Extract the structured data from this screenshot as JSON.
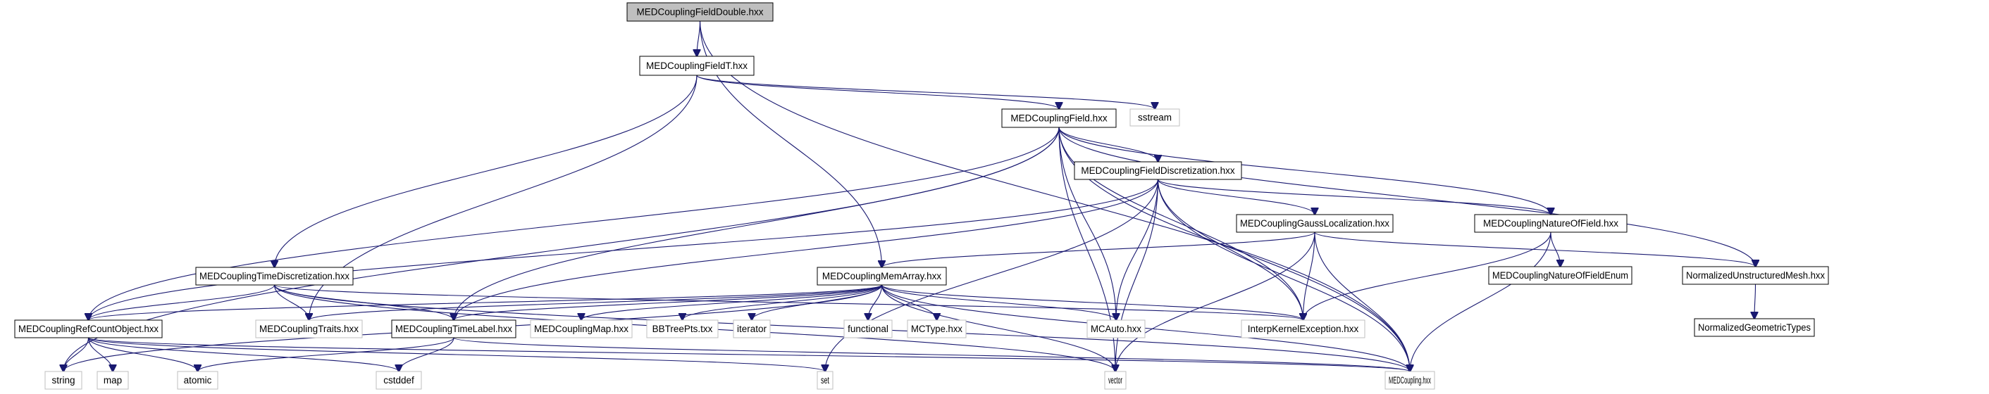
{
  "diagram": {
    "type": "include-dependency-graph",
    "root": "MEDCouplingFieldDouble.hxx",
    "colors": {
      "edge": "#191970",
      "root_fill": "#bfbfbf",
      "internal_border": "#000000",
      "external_border": "#bfbfbf"
    },
    "nodes": [
      {
        "id": "fielddouble",
        "label": "MEDCouplingFieldDouble.hxx",
        "kind": "root"
      },
      {
        "id": "fieldt",
        "label": "MEDCouplingFieldT.hxx",
        "kind": "internal"
      },
      {
        "id": "sstream",
        "label": "sstream",
        "kind": "external"
      },
      {
        "id": "field",
        "label": "MEDCouplingField.hxx",
        "kind": "internal"
      },
      {
        "id": "fielddisc",
        "label": "MEDCouplingFieldDiscretization.hxx",
        "kind": "internal"
      },
      {
        "id": "gaussloc",
        "label": "MEDCouplingGaussLocalization.hxx",
        "kind": "internal"
      },
      {
        "id": "natureoffield",
        "label": "MEDCouplingNatureOfField.hxx",
        "kind": "internal"
      },
      {
        "id": "timedisc",
        "label": "MEDCouplingTimeDiscretization.hxx",
        "kind": "internal"
      },
      {
        "id": "memarray",
        "label": "MEDCouplingMemArray.hxx",
        "kind": "internal"
      },
      {
        "id": "natureenum",
        "label": "MEDCouplingNatureOfFieldEnum",
        "kind": "internal"
      },
      {
        "id": "unstructmesh",
        "label": "NormalizedUnstructuredMesh.hxx",
        "kind": "internal"
      },
      {
        "id": "refcount",
        "label": "MEDCouplingRefCountObject.hxx",
        "kind": "internal"
      },
      {
        "id": "traits",
        "label": "MEDCouplingTraits.hxx",
        "kind": "external"
      },
      {
        "id": "timelabel",
        "label": "MEDCouplingTimeLabel.hxx",
        "kind": "internal"
      },
      {
        "id": "map_hxx",
        "label": "MEDCouplingMap.hxx",
        "kind": "external"
      },
      {
        "id": "bbtree",
        "label": "BBTreePts.txx",
        "kind": "external"
      },
      {
        "id": "iterator",
        "label": "iterator",
        "kind": "external"
      },
      {
        "id": "functional",
        "label": "functional",
        "kind": "external"
      },
      {
        "id": "mctype",
        "label": "MCType.hxx",
        "kind": "external"
      },
      {
        "id": "mcauto",
        "label": "MCAuto.hxx",
        "kind": "external"
      },
      {
        "id": "interpexc",
        "label": "InterpKernelException.hxx",
        "kind": "external"
      },
      {
        "id": "geomtypes",
        "label": "NormalizedGeometricTypes",
        "kind": "internal"
      },
      {
        "id": "string",
        "label": "string",
        "kind": "external"
      },
      {
        "id": "map",
        "label": "map",
        "kind": "external"
      },
      {
        "id": "atomic",
        "label": "atomic",
        "kind": "external"
      },
      {
        "id": "cstddef",
        "label": "cstddef",
        "kind": "external"
      },
      {
        "id": "set",
        "label": "set",
        "kind": "external"
      },
      {
        "id": "vector",
        "label": "vector",
        "kind": "external"
      },
      {
        "id": "medcoupling",
        "label": "MEDCoupling.hxx",
        "kind": "external"
      }
    ],
    "edges": [
      [
        "fielddouble",
        "fieldt"
      ],
      [
        "fielddouble",
        "memarray"
      ],
      [
        "fielddouble",
        "medcoupling"
      ],
      [
        "fieldt",
        "field"
      ],
      [
        "fieldt",
        "sstream"
      ],
      [
        "fieldt",
        "timedisc"
      ],
      [
        "fieldt",
        "traits"
      ],
      [
        "field",
        "refcount"
      ],
      [
        "field",
        "string"
      ],
      [
        "field",
        "timelabel"
      ],
      [
        "field",
        "fielddisc"
      ],
      [
        "field",
        "mcauto"
      ],
      [
        "field",
        "natureoffield"
      ],
      [
        "field",
        "unstructmesh"
      ],
      [
        "field",
        "interpexc"
      ],
      [
        "field",
        "vector"
      ],
      [
        "field",
        "medcoupling"
      ],
      [
        "fielddisc",
        "refcount"
      ],
      [
        "fielddisc",
        "timelabel"
      ],
      [
        "fielddisc",
        "gaussloc"
      ],
      [
        "fielddisc",
        "natureoffield"
      ],
      [
        "fielddisc",
        "mcauto"
      ],
      [
        "fielddisc",
        "interpexc"
      ],
      [
        "fielddisc",
        "set"
      ],
      [
        "fielddisc",
        "vector"
      ],
      [
        "fielddisc",
        "medcoupling"
      ],
      [
        "gaussloc",
        "memarray"
      ],
      [
        "gaussloc",
        "interpexc"
      ],
      [
        "gaussloc",
        "unstructmesh"
      ],
      [
        "gaussloc",
        "vector"
      ],
      [
        "gaussloc",
        "medcoupling"
      ],
      [
        "natureoffield",
        "natureenum"
      ],
      [
        "natureoffield",
        "interpexc"
      ],
      [
        "natureoffield",
        "medcoupling"
      ],
      [
        "unstructmesh",
        "geomtypes"
      ],
      [
        "timedisc",
        "refcount"
      ],
      [
        "timedisc",
        "traits"
      ],
      [
        "timedisc",
        "timelabel"
      ],
      [
        "timedisc",
        "interpexc"
      ],
      [
        "timedisc",
        "vector"
      ],
      [
        "timedisc",
        "medcoupling"
      ],
      [
        "memarray",
        "refcount"
      ],
      [
        "memarray",
        "traits"
      ],
      [
        "memarray",
        "timelabel"
      ],
      [
        "memarray",
        "map_hxx"
      ],
      [
        "memarray",
        "bbtree"
      ],
      [
        "memarray",
        "iterator"
      ],
      [
        "memarray",
        "functional"
      ],
      [
        "memarray",
        "mctype"
      ],
      [
        "memarray",
        "mcauto"
      ],
      [
        "memarray",
        "interpexc"
      ],
      [
        "memarray",
        "string"
      ],
      [
        "memarray",
        "vector"
      ],
      [
        "memarray",
        "medcoupling"
      ],
      [
        "refcount",
        "string"
      ],
      [
        "refcount",
        "map"
      ],
      [
        "refcount",
        "atomic"
      ],
      [
        "refcount",
        "cstddef"
      ],
      [
        "refcount",
        "set"
      ],
      [
        "refcount",
        "medcoupling"
      ],
      [
        "timelabel",
        "atomic"
      ],
      [
        "timelabel",
        "cstddef"
      ],
      [
        "timelabel",
        "medcoupling"
      ]
    ]
  }
}
